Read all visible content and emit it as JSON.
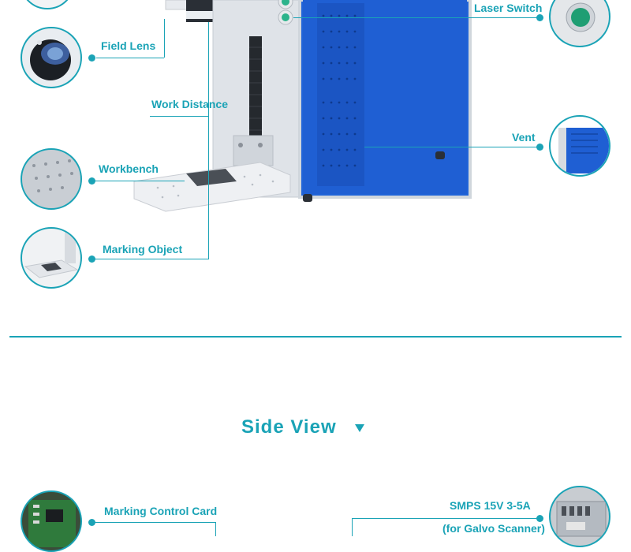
{
  "labels": {
    "field_lens": "Field Lens",
    "work_distance": "Work Distance",
    "workbench": "Workbench",
    "marking_object": "Marking Object",
    "laser_switch": "Laser Switch",
    "vent": "Vent",
    "marking_control_card": "Marking Control Card",
    "smps_line1": "SMPS 15V 3-5A",
    "smps_line2": "(for Galvo Scanner)"
  },
  "section": {
    "side_view_title": "Side View"
  },
  "colors": {
    "accent": "#1aa3b6",
    "machine_blue": "#1f5fd6",
    "machine_frame": "#d7dbe0"
  }
}
